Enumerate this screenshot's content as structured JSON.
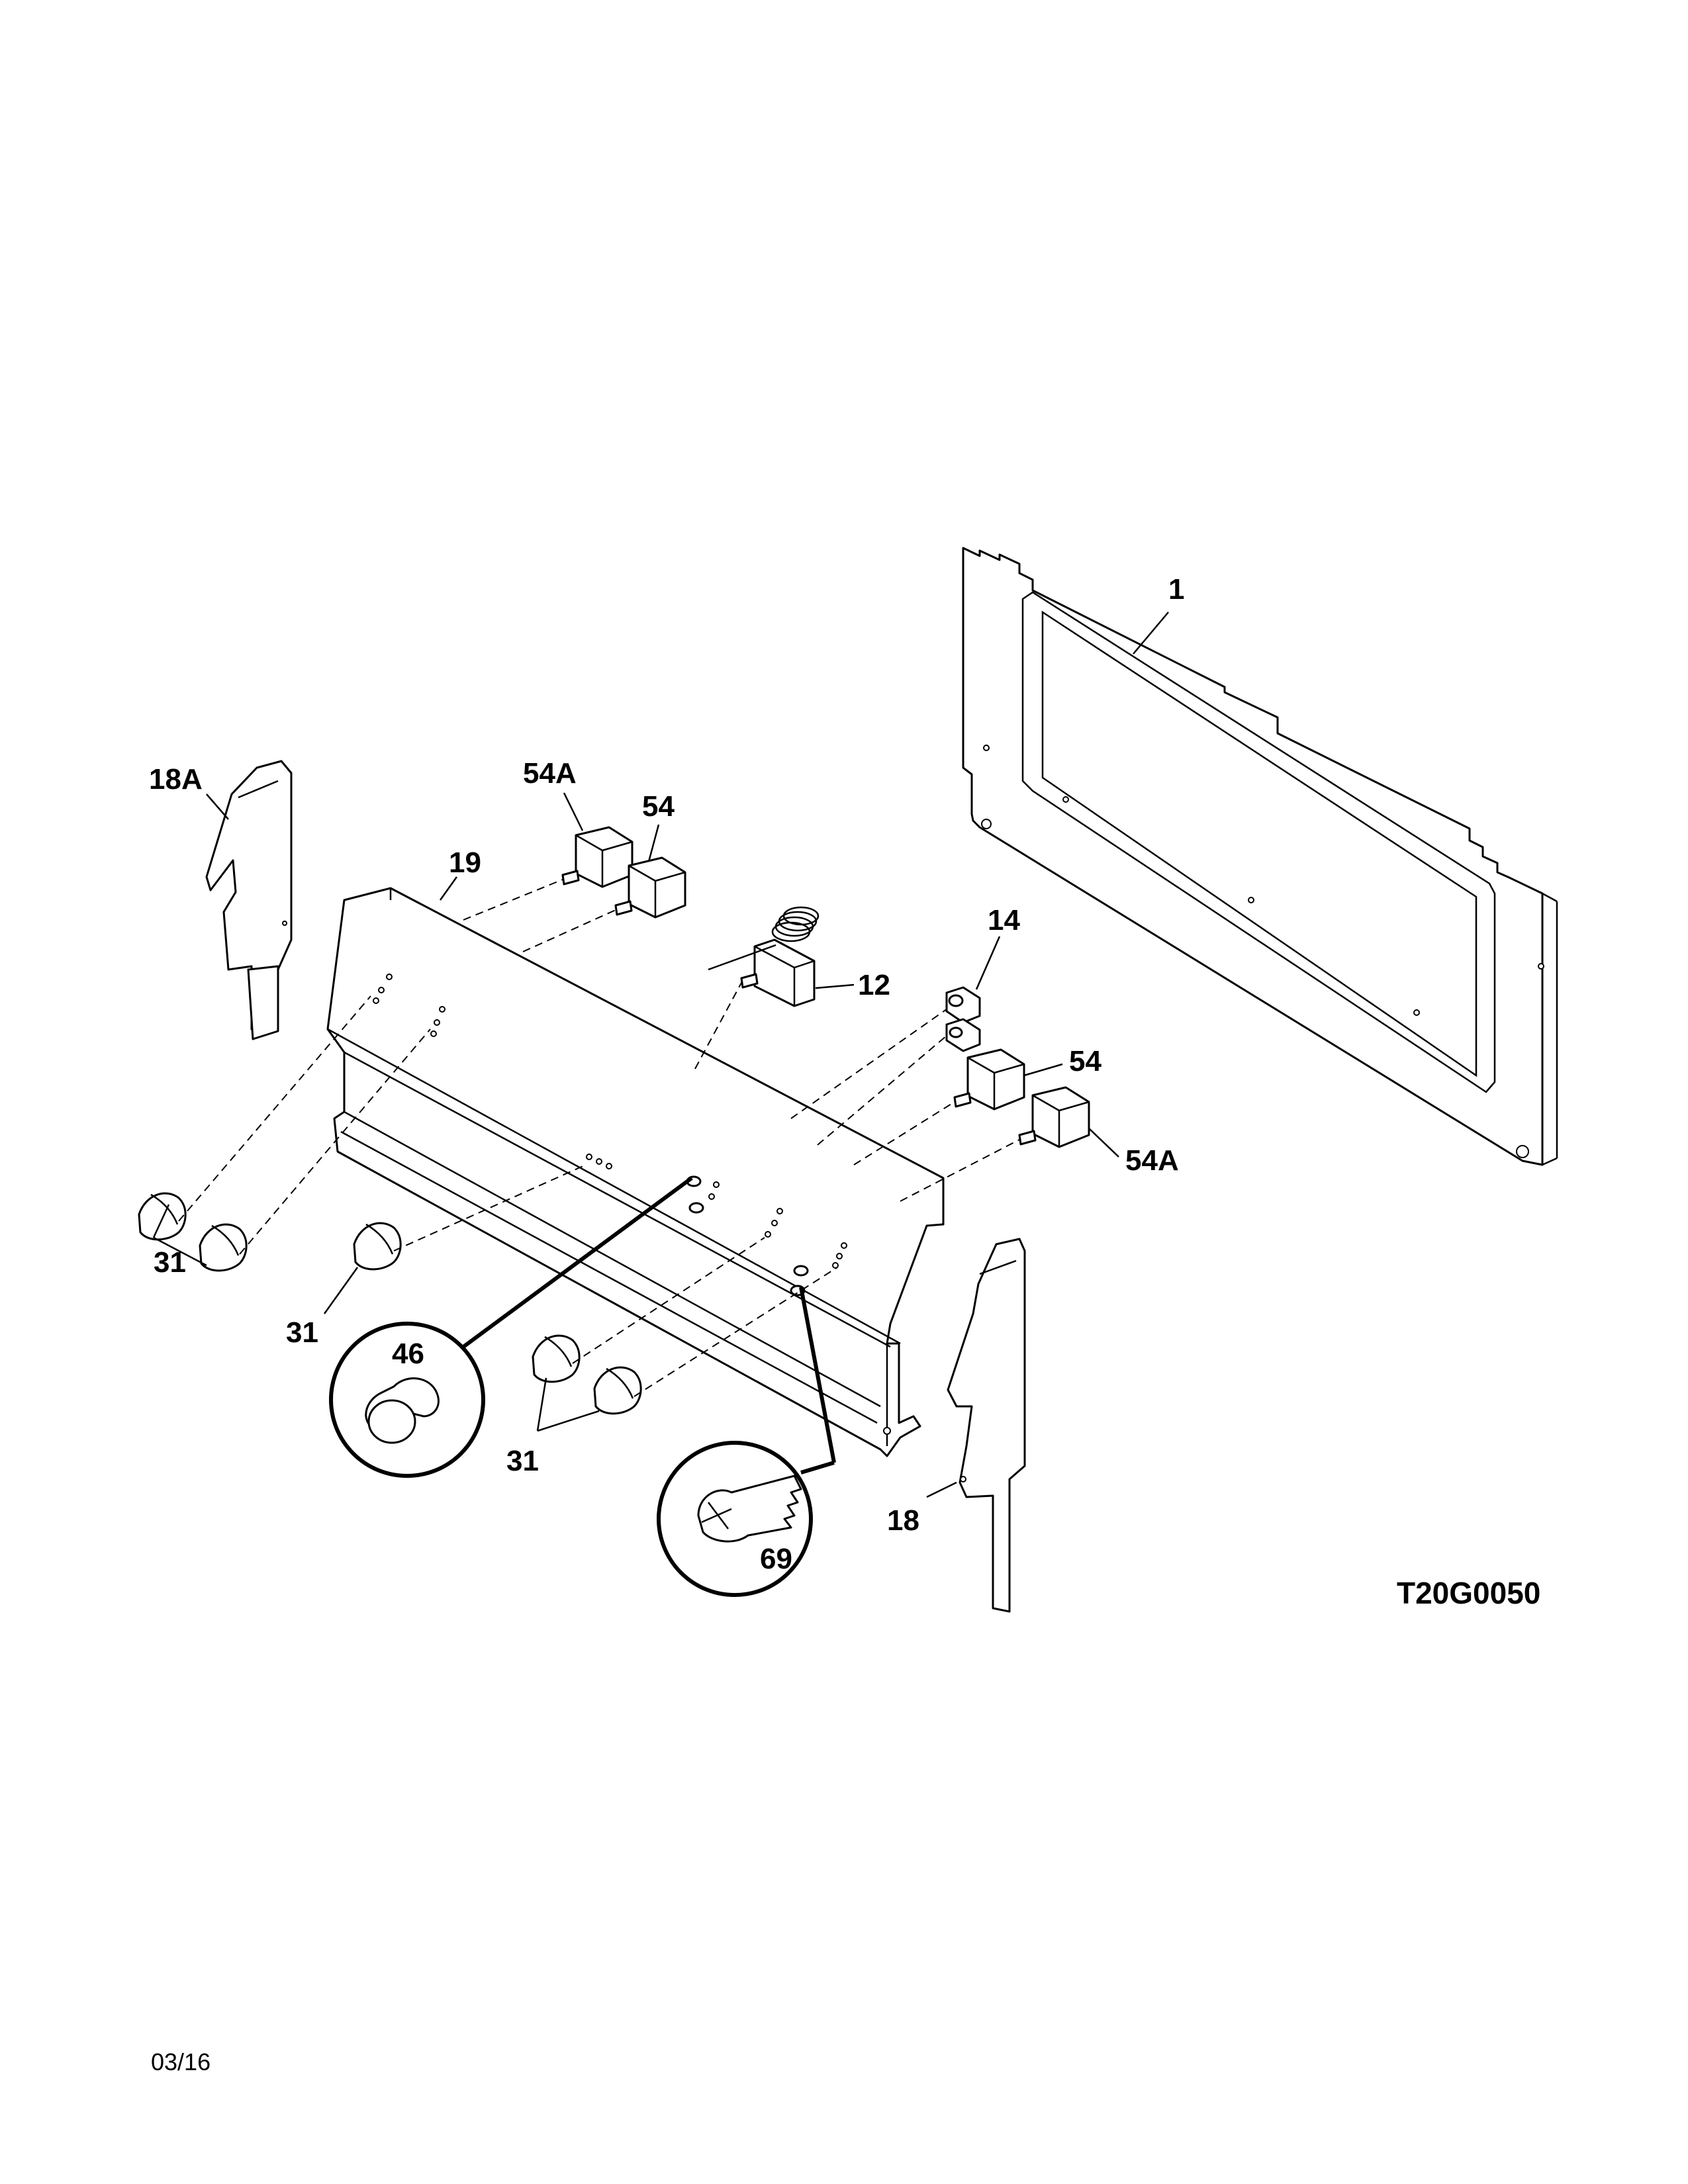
{
  "drawing_code": "T20G0050",
  "date_code": "03/16",
  "callouts": {
    "c1": "1",
    "c18a": "18A",
    "c54a_top": "54A",
    "c54_top": "54",
    "c19": "19",
    "c14": "14",
    "c12": "12",
    "c54_right": "54",
    "c54a_right": "54A",
    "c31_left": "31",
    "c31_mid": "31",
    "c31_bottom": "31",
    "c46": "46",
    "c69": "69",
    "c18": "18"
  }
}
